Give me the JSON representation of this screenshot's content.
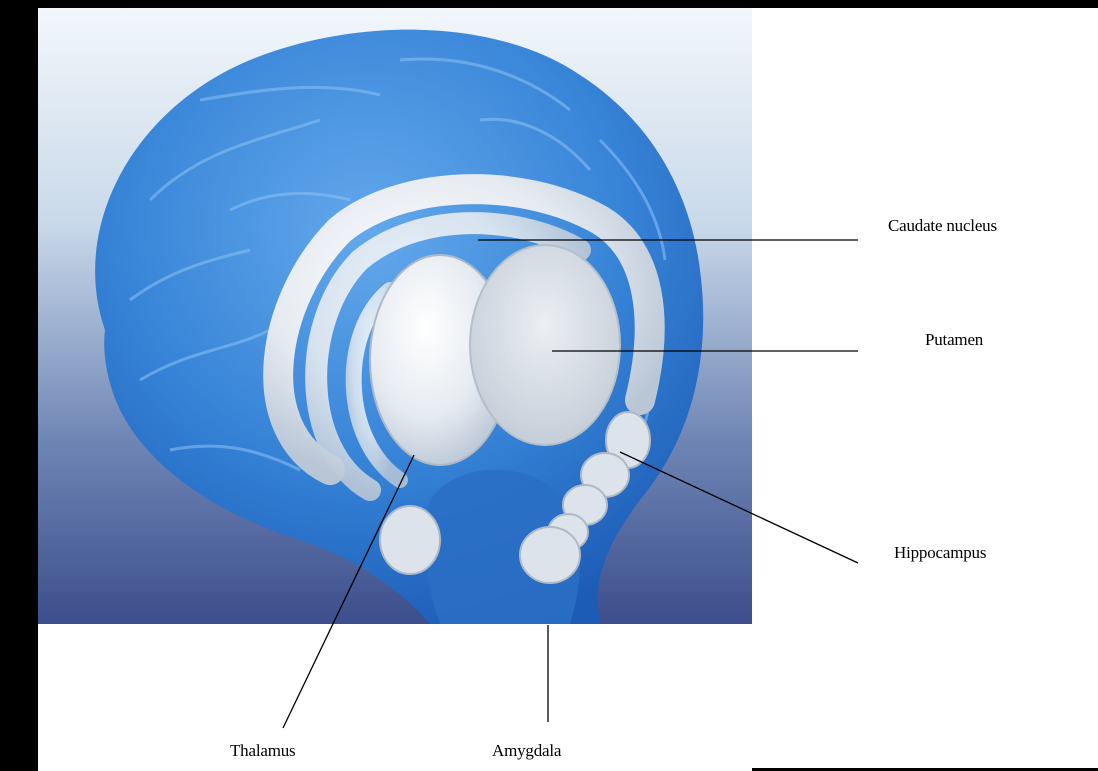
{
  "figure": {
    "background": "#000000",
    "panel": "#ffffff",
    "brain_color": "#2f7fd6",
    "structure_color": "#e9edf2"
  },
  "labels": {
    "caudate": "Caudate nucleus",
    "putamen": "Putamen",
    "hippocampus": "Hippocampus",
    "thalamus": "Thalamus",
    "amygdala": "Amygdala"
  }
}
